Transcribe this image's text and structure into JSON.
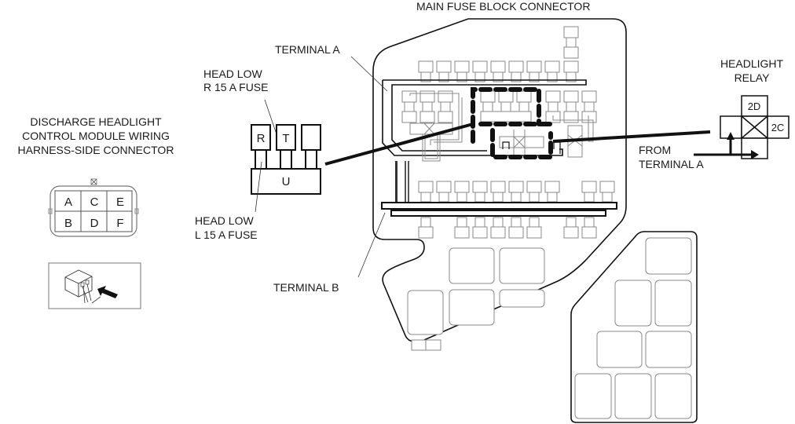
{
  "diagram": {
    "labels": {
      "main_fuse_block": "MAIN FUSE BLOCK CONNECTOR",
      "terminal_a": "TERMINAL A",
      "terminal_b": "TERMINAL B",
      "head_low_r": [
        "HEAD LOW",
        "R 15 A FUSE"
      ],
      "head_low_l": [
        "HEAD LOW",
        "L 15 A FUSE"
      ],
      "discharge_connector": [
        "DISCHARGE HEADLIGHT",
        "CONTROL MODULE WIRING",
        "HARNESS-SIDE CONNECTOR"
      ],
      "headlight_relay": [
        "HEADLIGHT",
        "RELAY"
      ],
      "from_terminal_a": [
        "FROM",
        "TERMINAL A"
      ]
    },
    "harness_connector_pins": {
      "top": [
        "A",
        "C",
        "E"
      ],
      "bottom": [
        "B",
        "D",
        "F"
      ]
    },
    "fuse_detail": {
      "top": [
        "R",
        "T",
        ""
      ],
      "base": "U"
    },
    "relay_pins": {
      "top": "2D",
      "right": "2C"
    }
  }
}
